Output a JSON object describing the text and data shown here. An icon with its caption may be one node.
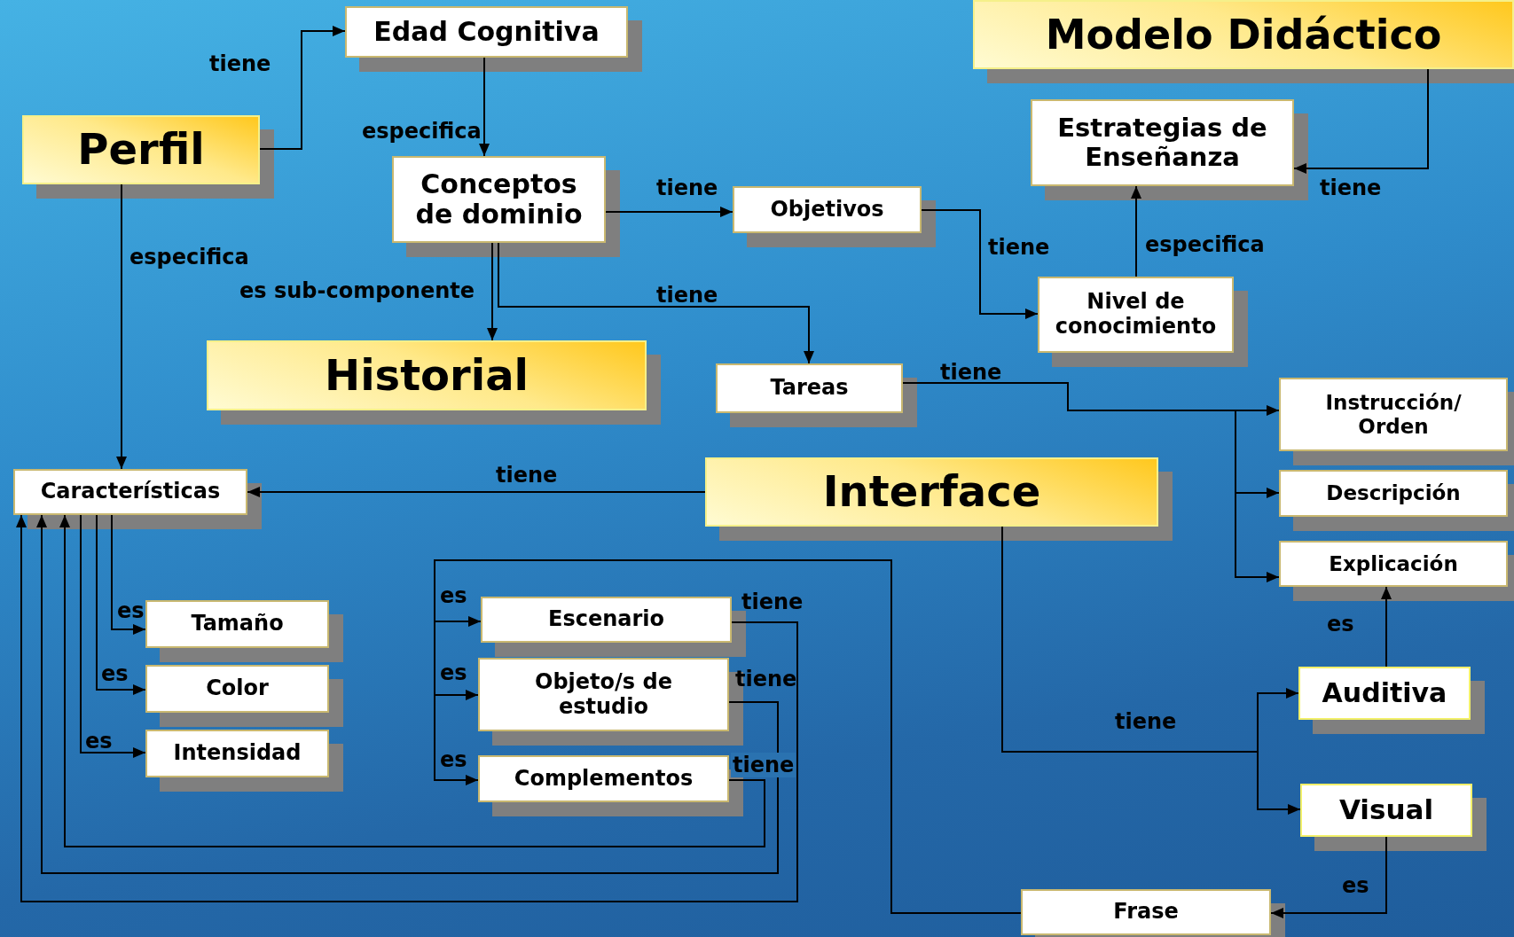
{
  "diagram": {
    "nodes": [
      {
        "text": [
          "Modelo Didáctico"
        ]
      },
      {
        "text": [
          "Edad Cognitiva"
        ]
      },
      {
        "text": [
          "Perfil"
        ]
      },
      {
        "text": [
          "Estrategias de Enseñanza"
        ]
      },
      {
        "text": [
          "Conceptos de dominio"
        ]
      },
      {
        "text": [
          "Objetivos"
        ]
      },
      {
        "text": [
          "Nivel de conocimiento"
        ]
      },
      {
        "text": [
          "Historial"
        ]
      },
      {
        "text": [
          "Tareas"
        ]
      },
      {
        "text": [
          "Instrucción/ Orden"
        ]
      },
      {
        "text": [
          "Características"
        ]
      },
      {
        "text": [
          "Interface"
        ]
      },
      {
        "text": [
          "Descripción"
        ]
      },
      {
        "text": [
          "Explicación"
        ]
      },
      {
        "text": [
          "Tamaño"
        ]
      },
      {
        "text": [
          "Escenario"
        ]
      },
      {
        "text": [
          "Color"
        ]
      },
      {
        "text": [
          "Objeto/s de estudio"
        ]
      },
      {
        "text": [
          "Auditiva"
        ]
      },
      {
        "text": [
          "Intensidad"
        ]
      },
      {
        "text": [
          "Complementos"
        ]
      },
      {
        "text": [
          "Visual"
        ]
      },
      {
        "text": [
          "Frase"
        ]
      }
    ],
    "edges": [
      {
        "from": 2,
        "to": 1,
        "arrow": "to",
        "label": "tiene"
      },
      {
        "from": 1,
        "to": 4,
        "arrow": "to",
        "label": "especifica"
      },
      {
        "from": 2,
        "to": 10,
        "arrow": "to",
        "label": "especifica"
      },
      {
        "from": 4,
        "to": 5,
        "arrow": "to",
        "label": "tiene"
      },
      {
        "from": 4,
        "to": 7,
        "arrow": "to",
        "label": "es sub-componente"
      },
      {
        "from": 4,
        "to": 8,
        "arrow": "to",
        "label": "tiene"
      },
      {
        "from": 0,
        "to": 3,
        "arrow": "to",
        "label": "tiene"
      },
      {
        "from": 6,
        "to": 3,
        "arrow": "to",
        "label": "especifica"
      },
      {
        "from": 5,
        "to": 6,
        "arrow": "to",
        "label": "tiene"
      },
      {
        "from": 8,
        "to": 9,
        "arrow": "to",
        "label": "tiene"
      },
      {
        "from": 8,
        "to": 12,
        "arrow": "to"
      },
      {
        "from": 8,
        "to": 13,
        "arrow": "to"
      },
      {
        "from": 11,
        "to": 10,
        "arrow": "to",
        "label": "tiene"
      },
      {
        "from": 10,
        "to": 14,
        "arrow": "to",
        "label": "es"
      },
      {
        "from": 10,
        "to": 16,
        "arrow": "to",
        "label": "es"
      },
      {
        "from": 10,
        "to": 19,
        "arrow": "to",
        "label": "es"
      },
      {
        "from": 22,
        "to": 15,
        "arrow": "to",
        "label": "es"
      },
      {
        "from": 22,
        "to": 17,
        "arrow": "to",
        "label": "es"
      },
      {
        "from": 22,
        "to": 20,
        "arrow": "to",
        "label": "es"
      },
      {
        "from": 15,
        "to": 10,
        "arrow": "to",
        "label": "tiene"
      },
      {
        "from": 17,
        "to": 10,
        "arrow": "to",
        "label": "tiene"
      },
      {
        "from": 20,
        "to": 10,
        "arrow": "to",
        "label": "tiene"
      },
      {
        "from": 18,
        "to": 13,
        "arrow": "to",
        "label": "es"
      },
      {
        "from": 21,
        "to": 22,
        "arrow": "to",
        "label": "es"
      },
      {
        "from": 11,
        "to": 18,
        "arrow": "to",
        "label": "tiene"
      },
      {
        "from": 11,
        "to": 21,
        "arrow": "to"
      }
    ]
  }
}
